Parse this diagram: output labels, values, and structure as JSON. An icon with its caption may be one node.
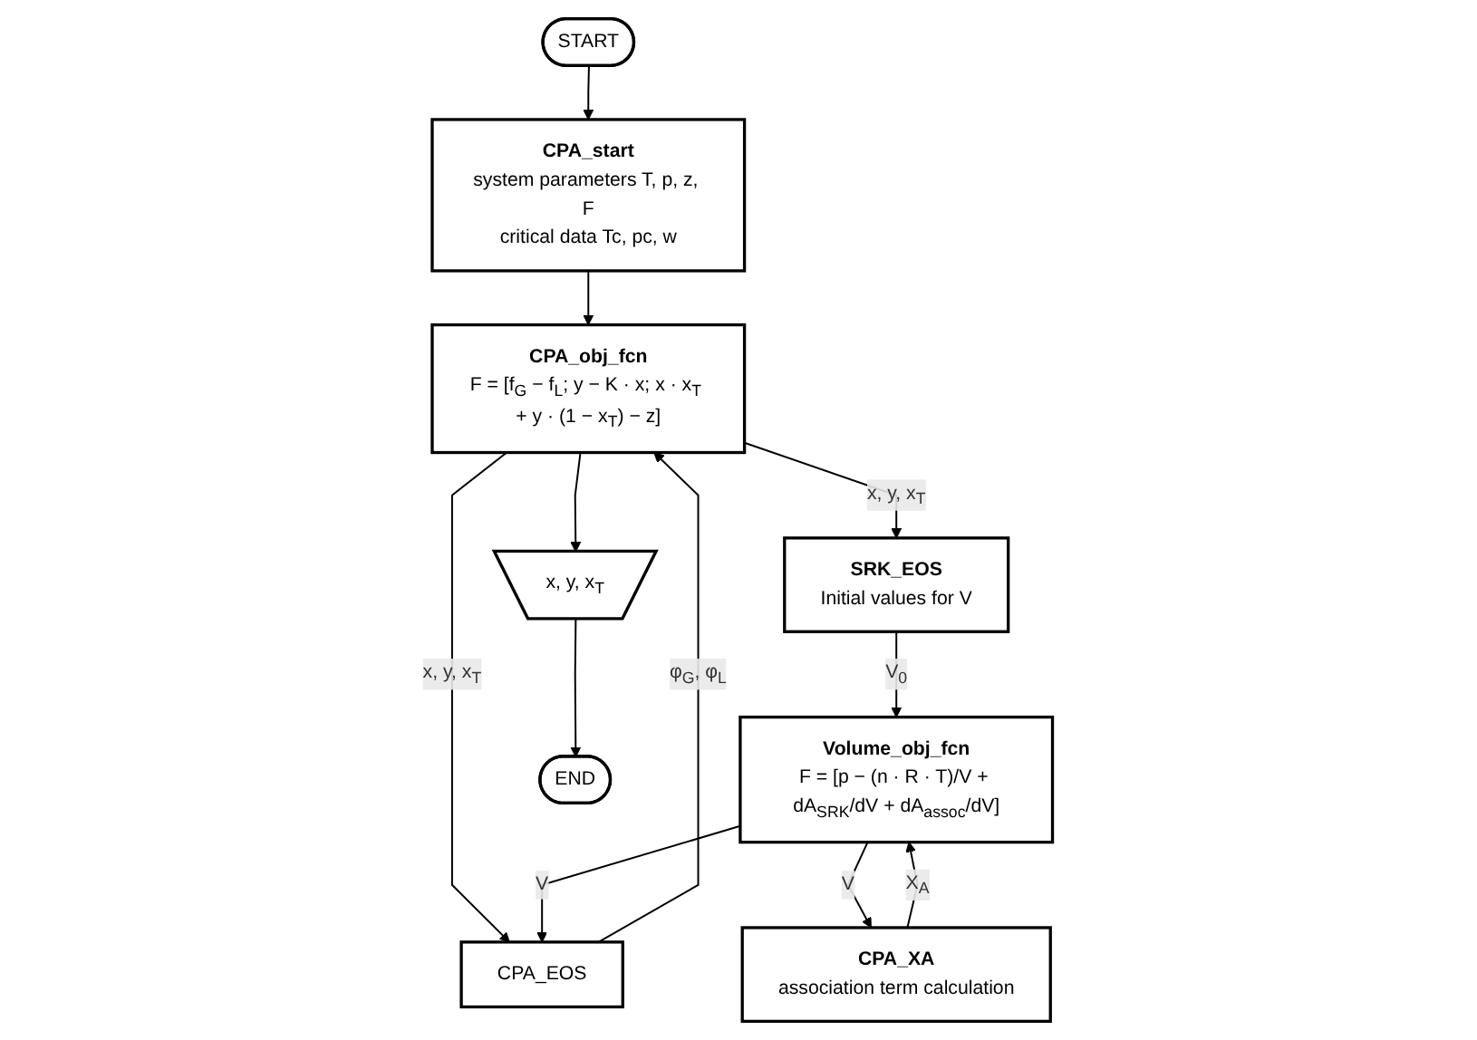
{
  "diagram": {
    "nodes": [
      {
        "text": [
          "START"
        ]
      },
      {
        "text": [
          "CPA_start",
          "system parameters T, p, z, F",
          "critical data Tc, pc, w"
        ]
      },
      {
        "text": [
          "CPA_obj_fcn",
          "F = [f$_{G}$ − f$_{L}$; y − K · x; x · x$_{T}$ + y · (1 − x$_{T}$) − z]"
        ]
      },
      {
        "text": [
          "SRK_EOS",
          "Initial values for V"
        ]
      },
      {
        "text": [
          "CPA_EOS"
        ]
      },
      {
        "text": [
          "Volume_obj_fcn",
          "F = [p − (n · R · T)/V + dA$_{SRK}$/dV + dA$_{assoc}$/dV]"
        ]
      },
      {
        "text": [
          "CPA_XA",
          "association term calculation"
        ]
      },
      {
        "text": [
          "x, y, x$_{T}$"
        ]
      },
      {
        "text": [
          "END"
        ]
      }
    ],
    "edges": [
      {
        "from": 0,
        "to": 1,
        "arrow": "to"
      },
      {
        "from": 1,
        "to": 2,
        "arrow": "to"
      },
      {
        "from": 2,
        "to": 3,
        "arrow": "to",
        "label": "x, y, x$_{T}$"
      },
      {
        "from": 2,
        "to": 4,
        "arrow": "to",
        "label": "x, y, x$_{T}$"
      },
      {
        "from": 4,
        "to": 2,
        "arrow": "to",
        "label": "φ$_{G}$, φ$_{L}$"
      },
      {
        "from": 3,
        "to": 5,
        "arrow": "to",
        "label": "V$_{0}$"
      },
      {
        "from": 5,
        "to": 4,
        "arrow": "to",
        "label": "V"
      },
      {
        "from": 5,
        "to": 6,
        "arrow": "to",
        "label": "V"
      },
      {
        "from": 6,
        "to": 5,
        "arrow": "to",
        "label": "X$_{A}$"
      },
      {
        "from": 2,
        "to": 7,
        "arrow": "to"
      },
      {
        "from": 7,
        "to": 8,
        "arrow": "to"
      }
    ]
  }
}
